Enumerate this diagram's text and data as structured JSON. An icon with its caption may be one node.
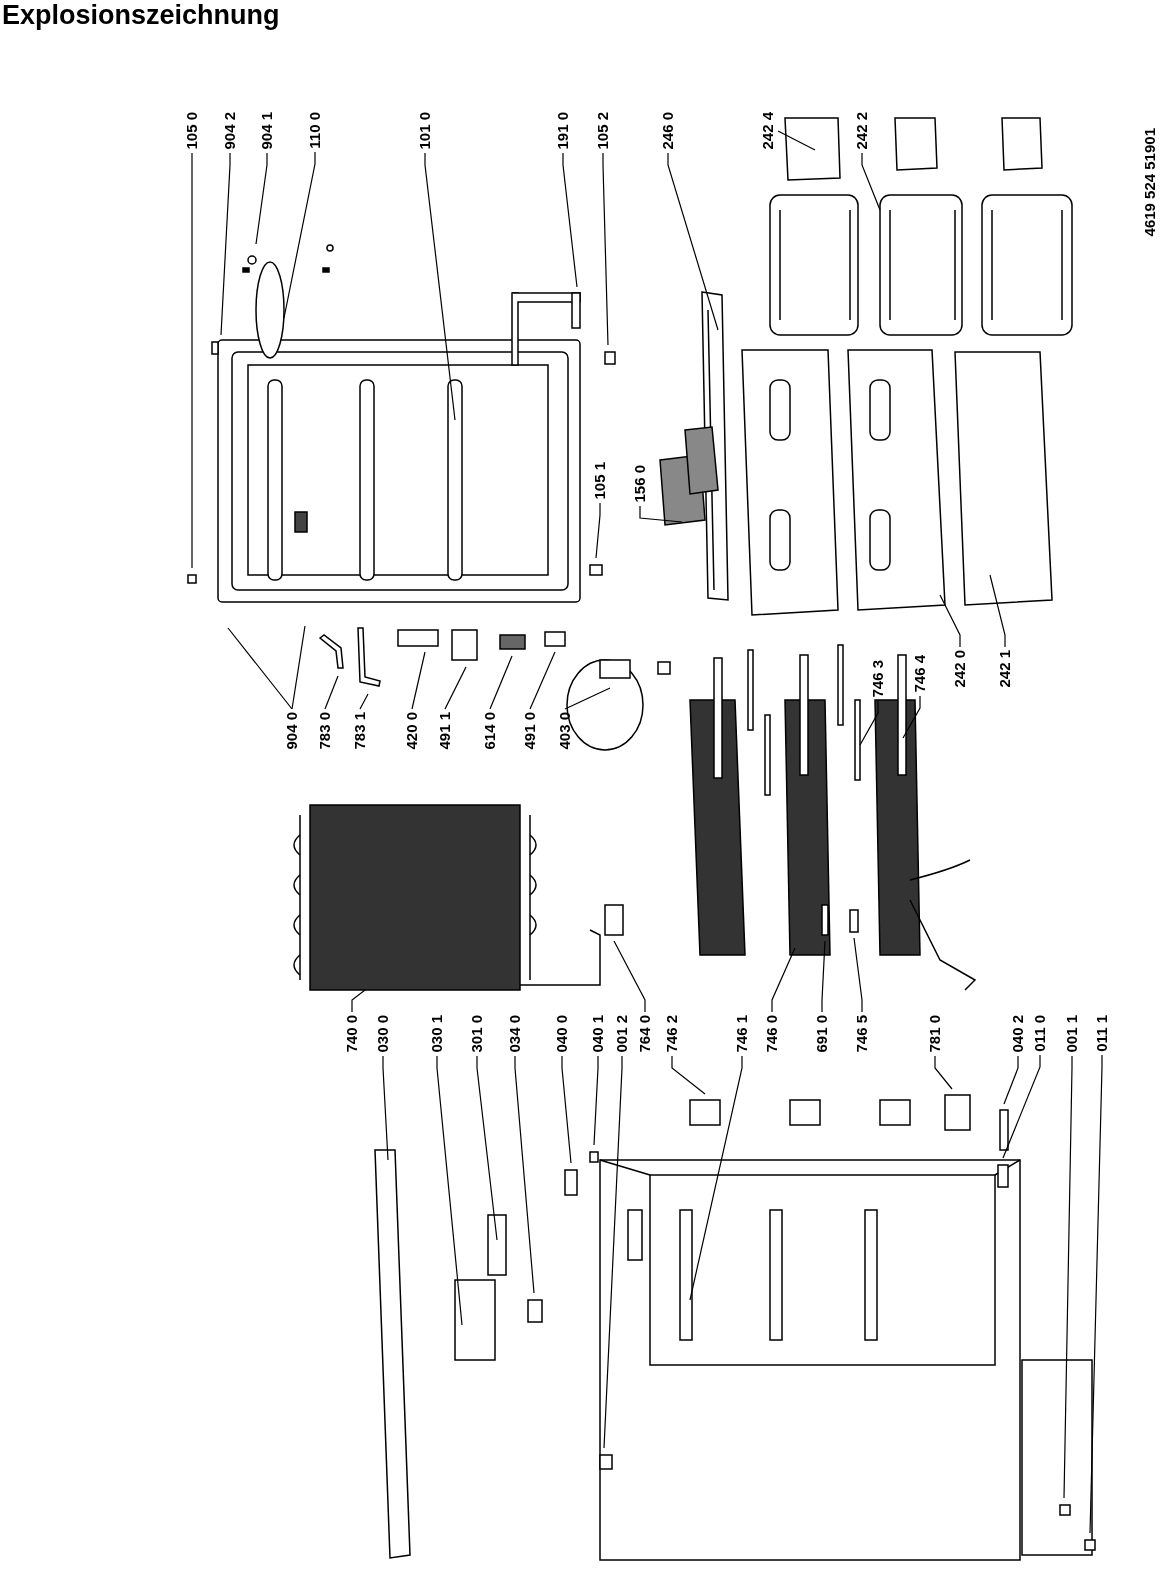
{
  "diagram": {
    "title": "Explosionszeichnung",
    "nodes": [
      {
        "text": [
          "105 0"
        ]
      },
      {
        "text": [
          "904 2"
        ]
      },
      {
        "text": [
          "904 1"
        ]
      },
      {
        "text": [
          "110 0"
        ]
      },
      {
        "text": [
          "101 0"
        ]
      },
      {
        "text": [
          "191 0"
        ]
      },
      {
        "text": [
          "105 2"
        ]
      },
      {
        "text": [
          "246 0"
        ]
      },
      {
        "text": [
          "242 4"
        ]
      },
      {
        "text": [
          "242 2"
        ]
      },
      {
        "text": [
          "105 1"
        ]
      },
      {
        "text": [
          "156 0"
        ]
      },
      {
        "text": [
          "904 0"
        ]
      },
      {
        "text": [
          "783 0"
        ]
      },
      {
        "text": [
          "783 1"
        ]
      },
      {
        "text": [
          "420 0"
        ]
      },
      {
        "text": [
          "491 1"
        ]
      },
      {
        "text": [
          "614 0"
        ]
      },
      {
        "text": [
          "491 0"
        ]
      },
      {
        "text": [
          "403 0"
        ]
      },
      {
        "text": [
          "746 3"
        ]
      },
      {
        "text": [
          "746 4"
        ]
      },
      {
        "text": [
          "242 0"
        ]
      },
      {
        "text": [
          "242 1"
        ]
      },
      {
        "text": [
          "740 0"
        ]
      },
      {
        "text": [
          "030 0"
        ]
      },
      {
        "text": [
          "030 1"
        ]
      },
      {
        "text": [
          "301 0"
        ]
      },
      {
        "text": [
          "034 0"
        ]
      },
      {
        "text": [
          "040 0"
        ]
      },
      {
        "text": [
          "040 1"
        ]
      },
      {
        "text": [
          "001 2"
        ]
      },
      {
        "text": [
          "764 0"
        ]
      },
      {
        "text": [
          "746 2"
        ]
      },
      {
        "text": [
          "746 1"
        ]
      },
      {
        "text": [
          "746 0"
        ]
      },
      {
        "text": [
          "691 0"
        ]
      },
      {
        "text": [
          "746 5"
        ]
      },
      {
        "text": [
          "781 0"
        ]
      },
      {
        "text": [
          "040 2"
        ]
      },
      {
        "text": [
          "011 0"
        ]
      },
      {
        "text": [
          "001 1"
        ]
      },
      {
        "text": [
          "011 1"
        ]
      }
    ],
    "edges": [
      {
        "from": 0,
        "to": null,
        "arrow": "none"
      },
      {
        "from": 1,
        "to": null,
        "arrow": "none"
      },
      {
        "from": 2,
        "to": null,
        "arrow": "none"
      },
      {
        "from": 3,
        "to": null,
        "arrow": "none"
      },
      {
        "from": 4,
        "to": null,
        "arrow": "none"
      },
      {
        "from": 5,
        "to": null,
        "arrow": "none"
      },
      {
        "from": 6,
        "to": null,
        "arrow": "none"
      },
      {
        "from": 7,
        "to": null,
        "arrow": "none"
      },
      {
        "from": 8,
        "to": null,
        "arrow": "none"
      },
      {
        "from": 9,
        "to": null,
        "arrow": "none"
      },
      {
        "from": 10,
        "to": null,
        "arrow": "none"
      },
      {
        "from": 11,
        "to": null,
        "arrow": "none"
      },
      {
        "from": 12,
        "to": null,
        "arrow": "none"
      },
      {
        "from": 12,
        "to": null,
        "arrow": "none"
      },
      {
        "from": 13,
        "to": null,
        "arrow": "none"
      },
      {
        "from": 14,
        "to": null,
        "arrow": "none"
      },
      {
        "from": 15,
        "to": null,
        "arrow": "none"
      },
      {
        "from": 16,
        "to": null,
        "arrow": "none"
      },
      {
        "from": 17,
        "to": null,
        "arrow": "none"
      },
      {
        "from": 18,
        "to": null,
        "arrow": "none"
      },
      {
        "from": 19,
        "to": null,
        "arrow": "none"
      },
      {
        "from": 20,
        "to": null,
        "arrow": "none"
      },
      {
        "from": 21,
        "to": null,
        "arrow": "none"
      },
      {
        "from": 22,
        "to": null,
        "arrow": "none"
      },
      {
        "from": 23,
        "to": null,
        "arrow": "none"
      },
      {
        "from": 24,
        "to": null,
        "arrow": "none"
      },
      {
        "from": 25,
        "to": null,
        "arrow": "none"
      },
      {
        "from": 26,
        "to": null,
        "arrow": "none"
      },
      {
        "from": 27,
        "to": null,
        "arrow": "none"
      },
      {
        "from": 28,
        "to": null,
        "arrow": "none"
      },
      {
        "from": 29,
        "to": null,
        "arrow": "none"
      },
      {
        "from": 30,
        "to": null,
        "arrow": "none"
      },
      {
        "from": 31,
        "to": null,
        "arrow": "none"
      },
      {
        "from": 32,
        "to": null,
        "arrow": "none"
      },
      {
        "from": 33,
        "to": null,
        "arrow": "none"
      },
      {
        "from": 34,
        "to": null,
        "arrow": "none"
      },
      {
        "from": 35,
        "to": null,
        "arrow": "none"
      },
      {
        "from": 36,
        "to": null,
        "arrow": "none"
      },
      {
        "from": 37,
        "to": null,
        "arrow": "none"
      },
      {
        "from": 38,
        "to": null,
        "arrow": "none"
      },
      {
        "from": 39,
        "to": null,
        "arrow": "none"
      },
      {
        "from": 40,
        "to": null,
        "arrow": "none"
      },
      {
        "from": 41,
        "to": null,
        "arrow": "none"
      },
      {
        "from": 42,
        "to": null,
        "arrow": "none"
      }
    ],
    "labels": [
      "4619 524 51901"
    ]
  }
}
